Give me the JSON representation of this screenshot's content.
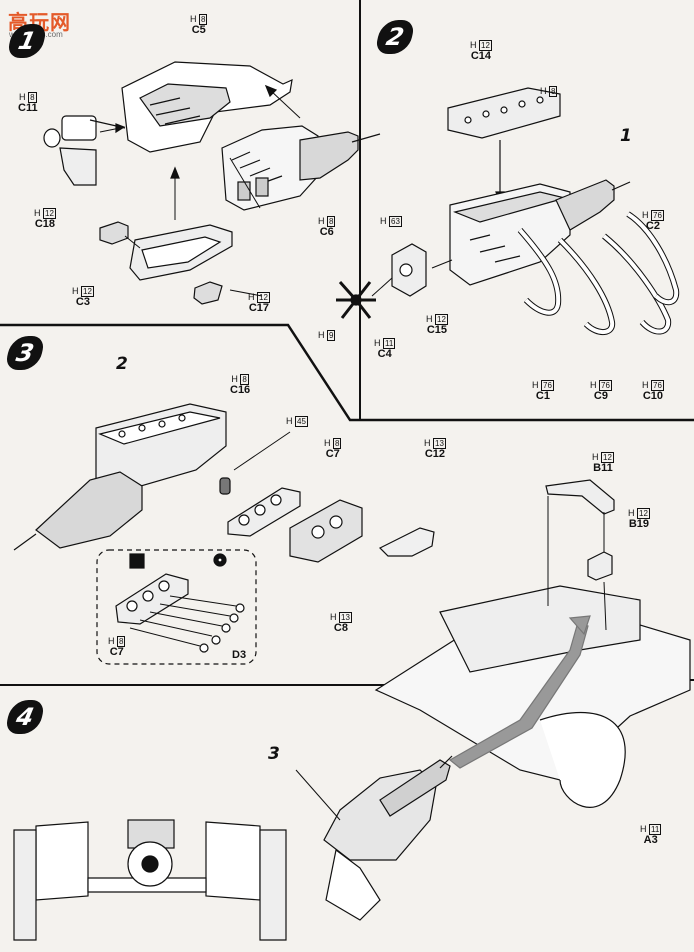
{
  "watermark": {
    "name": "高玩网",
    "url": "www.5bbs.com"
  },
  "steps": [
    "1",
    "2",
    "3",
    "4"
  ],
  "step_refs": {
    "s2_ref": "1",
    "s3_ref": "2",
    "s4_ref": "3"
  },
  "step1": {
    "c5": {
      "code_letter": "H",
      "code_num": "8",
      "part": "C5"
    },
    "c11": {
      "code_letter": "H",
      "code_num": "8",
      "part": "C11"
    },
    "c18": {
      "code_letter": "H",
      "code_num": "12",
      "part": "C18"
    },
    "c6": {
      "code_letter": "H",
      "code_num": "8",
      "part": "C6"
    },
    "c3": {
      "code_letter": "H",
      "code_num": "12",
      "part": "C3"
    },
    "c17": {
      "code_letter": "H",
      "code_num": "12",
      "part": "C17"
    }
  },
  "step2": {
    "c14": {
      "code_letter": "H",
      "code_num": "12",
      "part": "C14"
    },
    "h8": {
      "code_letter": "H",
      "code_num": "8"
    },
    "h63": {
      "code_letter": "H",
      "code_num": "63"
    },
    "c2": {
      "code_letter": "H",
      "code_num": "76",
      "part": "C2"
    },
    "c15": {
      "code_letter": "H",
      "code_num": "12",
      "part": "C15"
    },
    "h9": {
      "code_letter": "H",
      "code_num": "9"
    },
    "c4": {
      "code_letter": "H",
      "code_num": "11",
      "part": "C4"
    },
    "c1": {
      "code_letter": "H",
      "code_num": "76",
      "part": "C1"
    },
    "c9": {
      "code_letter": "H",
      "code_num": "76",
      "part": "C9"
    },
    "c10": {
      "code_letter": "H",
      "code_num": "76",
      "part": "C10"
    }
  },
  "step3": {
    "c16": {
      "code_letter": "H",
      "code_num": "8",
      "part": "C16"
    },
    "h45": {
      "code_letter": "H",
      "code_num": "45"
    },
    "c7": {
      "code_letter": "H",
      "code_num": "8",
      "part": "C7"
    },
    "c12": {
      "code_letter": "H",
      "code_num": "13",
      "part": "C12"
    },
    "c8": {
      "code_letter": "H",
      "code_num": "13",
      "part": "C8"
    },
    "c7b": {
      "code_letter": "H",
      "code_num": "8",
      "part": "C7"
    },
    "d3": {
      "part": "D3"
    }
  },
  "step4": {
    "b11": {
      "code_letter": "H",
      "code_num": "12",
      "part": "B11"
    },
    "b19": {
      "code_letter": "H",
      "code_num": "12",
      "part": "B19"
    },
    "a3": {
      "code_letter": "H",
      "code_num": "11",
      "part": "A3"
    }
  }
}
